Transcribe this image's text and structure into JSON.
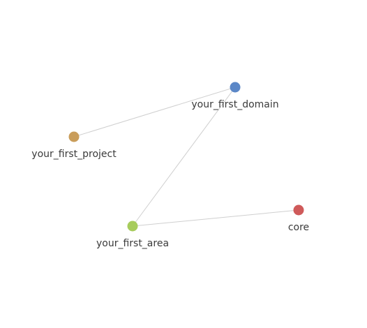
{
  "graph": {
    "nodes": [
      {
        "id": "your_first_domain",
        "label": "your_first_domain",
        "color": "#5b87c7"
      },
      {
        "id": "your_first_project",
        "label": "your_first_project",
        "color": "#c99d5a"
      },
      {
        "id": "your_first_area",
        "label": "your_first_area",
        "color": "#a7cc5c"
      },
      {
        "id": "core",
        "label": "core",
        "color": "#cf5a5a"
      }
    ],
    "edges": [
      {
        "source": "your_first_project",
        "target": "your_first_domain"
      },
      {
        "source": "your_first_domain",
        "target": "your_first_area"
      },
      {
        "source": "your_first_area",
        "target": "core"
      }
    ],
    "edge_color": "#cfcfcf"
  }
}
